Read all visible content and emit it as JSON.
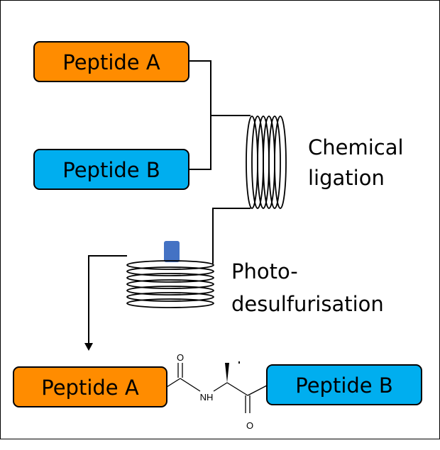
{
  "diagram": {
    "input_a": {
      "label": "Peptide A",
      "color": "#FF8C00"
    },
    "input_b": {
      "label": "Peptide B",
      "color": "#00AEEF"
    },
    "step1": {
      "line1": "Chemical",
      "line2": "ligation"
    },
    "step2": {
      "line1": "Photo-",
      "line2": "desulfurisation",
      "lamp_color": "#4472C4"
    },
    "product": {
      "left_label": "Peptide A",
      "right_label": "Peptide B",
      "left_color": "#FF8C00",
      "right_color": "#00AEEF",
      "atoms": {
        "carbonyl_o_top": "O",
        "amide_n": "NH",
        "carbonyl_o_bottom": "O"
      }
    }
  }
}
